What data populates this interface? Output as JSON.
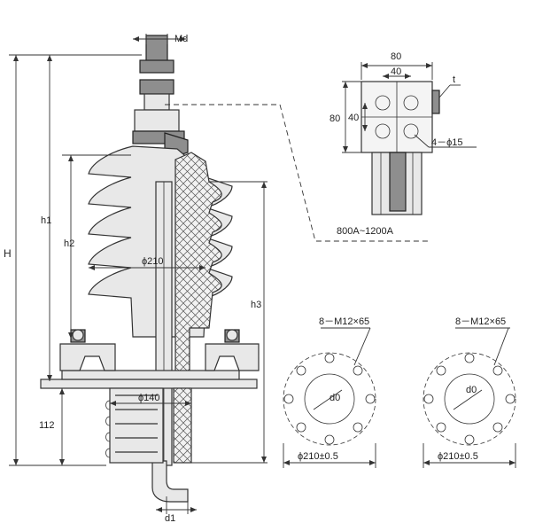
{
  "labels": {
    "Md": "Md",
    "H": "H",
    "h1": "h1",
    "h2": "h2",
    "h3": "h3",
    "d1": "d1",
    "h112": "112",
    "phi210": "ϕ210",
    "phi140": "ϕ140"
  },
  "terminal": {
    "w80": "80",
    "w40": "40",
    "h80": "80",
    "h40": "40",
    "t": "t",
    "holes": "4－ϕ15",
    "current": "800A~1200A"
  },
  "flange_left": {
    "bolts": "8－M12×65",
    "d0": "d0",
    "dia": "ϕ210±0.5"
  },
  "flange_right": {
    "bolts": "8－M12×65",
    "d0": "d0",
    "dia": "ϕ210±0.5"
  }
}
